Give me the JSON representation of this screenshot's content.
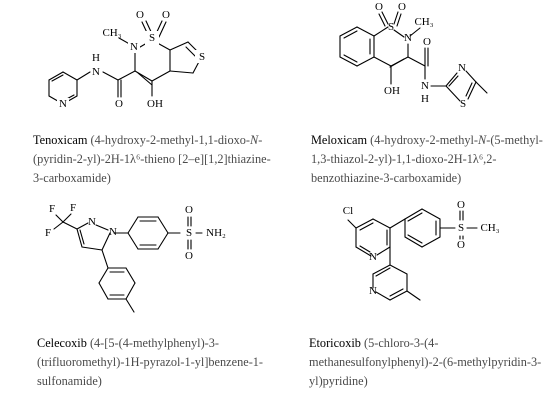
{
  "tenoxicam": {
    "name": "Tenoxicam",
    "description": {
      "line1": "(4-hydroxy-2-methyl-1,1-dioxo-",
      "line1_italic": "N",
      "line1_tail": "-",
      "line2": "(pyridin-2-yl)-2H-1λ⁶-thieno [2–e][1,2]thiazine-",
      "line3": "3-carboxamide)"
    },
    "atoms": {
      "s1": "S",
      "o_a": "O",
      "o_b": "O",
      "n_ring": "N",
      "ch3": "CH₃",
      "n_amide": "N",
      "h_amide": "H",
      "o_carbonyl": "O",
      "oh": "OH",
      "s_thiophene": "S",
      "n_pyridine": "N"
    }
  },
  "meloxicam": {
    "name": "Meloxicam",
    "description": {
      "line1a": "(4-hydroxy-2-methyl-",
      "line1_italic": "N",
      "line1b": "-(5-methyl-",
      "line2": "1,3-thiazol-2-yl)-1,1-dioxo-2H-1λ⁶,2-",
      "line3": "benzothiazine-3-carboxamide)"
    },
    "atoms": {
      "o_a": "O",
      "o_b": "O",
      "s1": "S",
      "n_ring": "N",
      "ch3": "CH₃",
      "o_carbonyl": "O",
      "oh": "OH",
      "n_amide": "N",
      "h_amide": "H",
      "n_thiazole": "N",
      "s_thiazole": "S"
    }
  },
  "celecoxib": {
    "name": "Celecoxib",
    "description": {
      "line1": "(4-[5-(4-methylphenyl)-3-",
      "line2": "(trifluoromethyl)-1H-pyrazol-1-yl]benzene-1-",
      "line3": "sulfonamide)"
    },
    "atoms": {
      "f1": "F",
      "f2": "F",
      "f3": "F",
      "n1": "N",
      "n2": "N",
      "s": "S",
      "o1": "O",
      "o2": "O",
      "nh2": "NH₂"
    }
  },
  "etoricoxib": {
    "name": "Etoricoxib",
    "description": {
      "line1": "(5-chloro-3-(4-",
      "line2": "methanesulfonylphenyl)-2-(6-methylpyridin-3-",
      "line3": "yl)pyridine)"
    },
    "atoms": {
      "cl": "Cl",
      "n1": "N",
      "n2": "N",
      "s": "S",
      "o1": "O",
      "o2": "O",
      "ch3": "CH₃"
    }
  }
}
